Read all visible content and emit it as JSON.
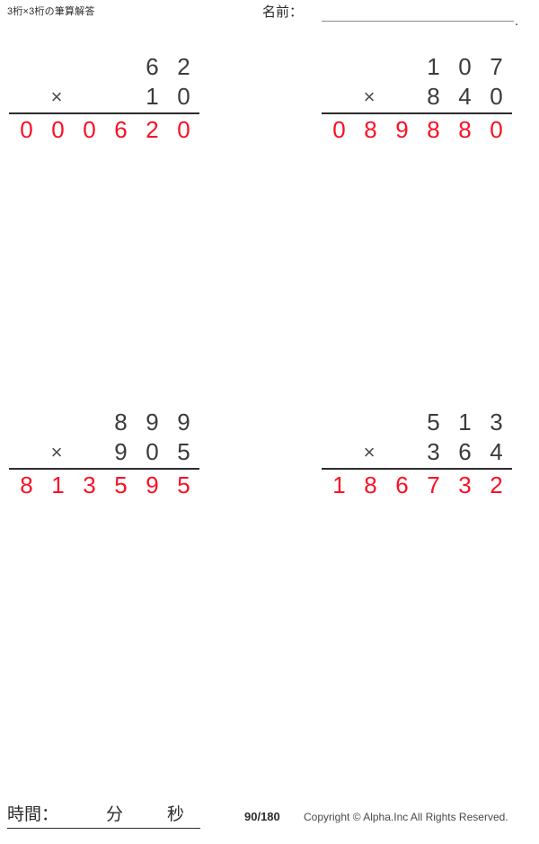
{
  "header": {
    "title": "3桁×3桁の筆算解答",
    "name_label": "名前：",
    "name_value": "",
    "name_end_dot": "."
  },
  "problems": [
    {
      "id": "problem-1",
      "position": "top-left",
      "operand1": "62",
      "operand2": "10",
      "operator": "×",
      "answer": "620",
      "columns": 3
    },
    {
      "id": "problem-2",
      "position": "top-right",
      "operand1": "107",
      "operand2": "840",
      "operator": "×",
      "answer": "89880",
      "columns": 5
    },
    {
      "id": "problem-3",
      "position": "bottom-left",
      "operand1": "899",
      "operand2": "905",
      "operator": "×",
      "answer": "813595",
      "columns": 6
    },
    {
      "id": "problem-4",
      "position": "bottom-right",
      "operand1": "513",
      "operand2": "364",
      "operator": "×",
      "answer": "186732",
      "columns": 6
    }
  ],
  "footer": {
    "time_label": "時間：",
    "time_minutes_unit": "分",
    "time_seconds_unit": "秒",
    "page_number": "90/180",
    "copyright": "Copyright © Alpha.Inc All Rights Reserved."
  },
  "colors": {
    "answer_red": "#fb0f24",
    "digit_dark": "#3b3b3b",
    "rule_dark": "#2c2c2c",
    "rule_light": "#8a8a8a"
  }
}
